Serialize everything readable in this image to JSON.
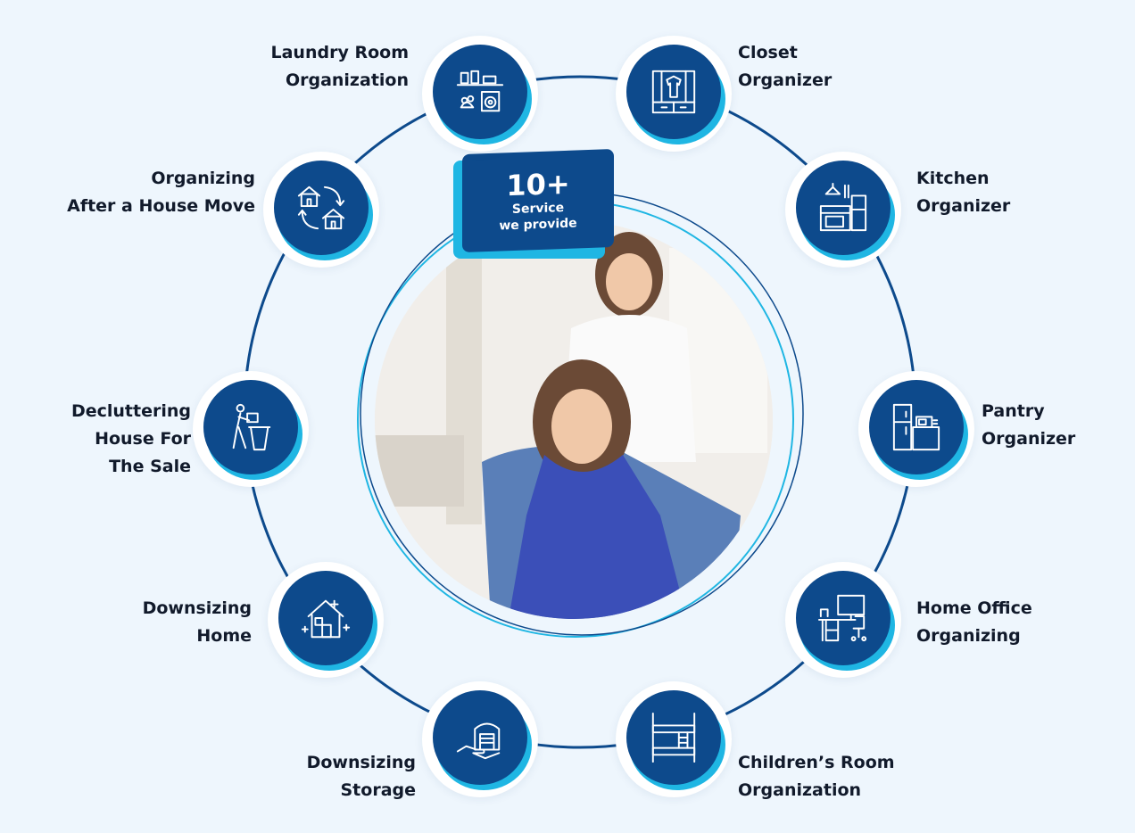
{
  "badge": {
    "number": "10+",
    "line1": "Service",
    "line2": "we provide"
  },
  "colors": {
    "background": "#eef6fd",
    "navy": "#0d4a8c",
    "accent": "#1fb6e3",
    "text": "#111a2b"
  },
  "photo": {
    "description_icon": "two-smiling-women-photo"
  },
  "services": [
    {
      "id": "laundry",
      "icon": "laundry-icon",
      "lines": [
        "Laundry Room",
        "Organization"
      ]
    },
    {
      "id": "closet",
      "icon": "closet-icon",
      "lines": [
        "Closet",
        "Organizer"
      ]
    },
    {
      "id": "kitchen",
      "icon": "kitchen-icon",
      "lines": [
        "Kitchen",
        "Organizer"
      ]
    },
    {
      "id": "pantry",
      "icon": "pantry-icon",
      "lines": [
        "Pantry",
        "Organizer"
      ]
    },
    {
      "id": "office",
      "icon": "home-office-icon",
      "lines": [
        "Home Office",
        "Organizing"
      ]
    },
    {
      "id": "children",
      "icon": "bunk-bed-icon",
      "lines": [
        "Children’s Room",
        "Organization"
      ]
    },
    {
      "id": "storage",
      "icon": "storage-icon",
      "lines": [
        "Downsizing",
        "Storage"
      ]
    },
    {
      "id": "home",
      "icon": "house-icon",
      "lines": [
        "Downsizing",
        "Home"
      ]
    },
    {
      "id": "declutter",
      "icon": "declutter-icon",
      "lines": [
        "Decluttering",
        "House For",
        "The Sale"
      ]
    },
    {
      "id": "move",
      "icon": "house-move-icon",
      "lines": [
        "Organizing",
        "After a House Move"
      ]
    }
  ]
}
